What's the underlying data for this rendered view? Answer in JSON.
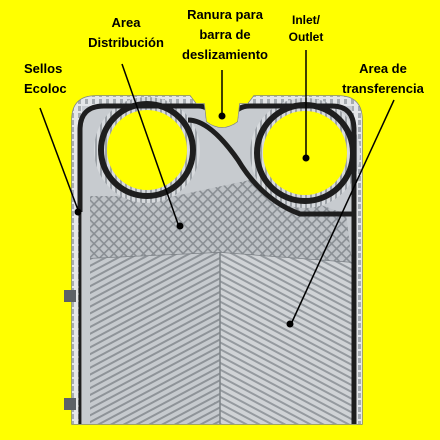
{
  "background_color": "#FFFF00",
  "plate_color": "#C9CDD1",
  "gasket_color": "#1E1E1E",
  "labels": {
    "sellos": [
      "Sellos",
      "Ecoloc"
    ],
    "distribucion": [
      "Area",
      "Distribución"
    ],
    "ranura": [
      "Ranura para",
      "barra de",
      "deslizamiento"
    ],
    "inlet": [
      "Inlet/",
      "Outlet"
    ],
    "transferencia": [
      "Area de",
      "transferencia"
    ]
  }
}
